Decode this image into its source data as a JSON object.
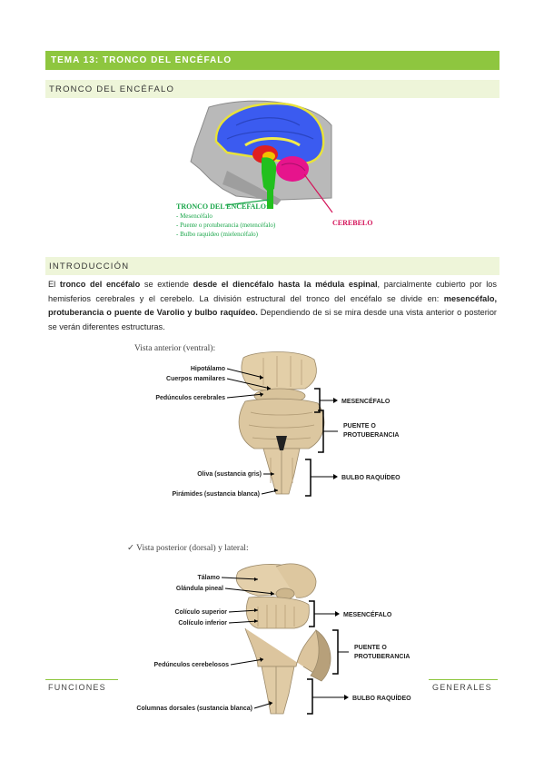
{
  "header": {
    "title": "TEMA 13: TRONCO DEL ENCÉFALO"
  },
  "sections": {
    "s1": "TRONCO DEL ENCÉFALO",
    "s2": "INTRODUCCIÓN"
  },
  "figure1": {
    "heading": "TRONCO DEL ENCÉFALO:",
    "items": [
      "- Mesencéfalo",
      "- Puente o protuberancia (metencéfalo)",
      "- Bulbo raquídeo (mielencéfalo)"
    ],
    "cerebelo": "CEREBELO",
    "colors": {
      "cerebrum": "#3b5bf0",
      "brainstem": "#22c01e",
      "cerebellum": "#e6148c",
      "diencephalon": "#e02020",
      "heading": "#1aa64a",
      "cerebelo_label": "#d4145a"
    }
  },
  "intro": {
    "p1": "El ",
    "b1": "tronco del encéfalo",
    "p2": " se extiende ",
    "b2": "desde el diencéfalo hasta la médula espinal",
    "p3": ", parcialmente cubierto por los hemisferios cerebrales y el cerebelo. La división estructural del tronco del encéfalo se divide en: ",
    "b3": "mesencéfalo, protuberancia o puente de Varolio y bulbo raquídeo.",
    "p4": " Dependiendo de si se mira desde una vista anterior o posterior se verán diferentes estructuras."
  },
  "figure2": {
    "title": "Vista anterior (ventral):",
    "left_labels": [
      "Hipotálamo",
      "Cuerpos mamilares",
      "Pedúnculos cerebrales",
      "Oliva (sustancia gris)",
      "Pirámides (sustancia blanca)"
    ],
    "right_labels": [
      "MESENCÉFALO",
      "PUENTE O",
      "PROTUBERANCIA",
      "BULBO RAQUÍDEO"
    ]
  },
  "figure3": {
    "title": "✓ Vista posterior (dorsal) y lateral:",
    "left_labels": [
      "Tálamo",
      "Glándula pineal",
      "Colículo superior",
      "Colículo inferior",
      "Pedúnculos cerebelosos",
      "Columnas dorsales (sustancia blanca)"
    ],
    "right_labels": [
      "MESENCÉFALO",
      "PUENTE O",
      "PROTUBERANCIA",
      "BULBO RAQUÍDEO"
    ]
  },
  "footer": {
    "left": "FUNCIONES",
    "right": "GENERALES"
  }
}
